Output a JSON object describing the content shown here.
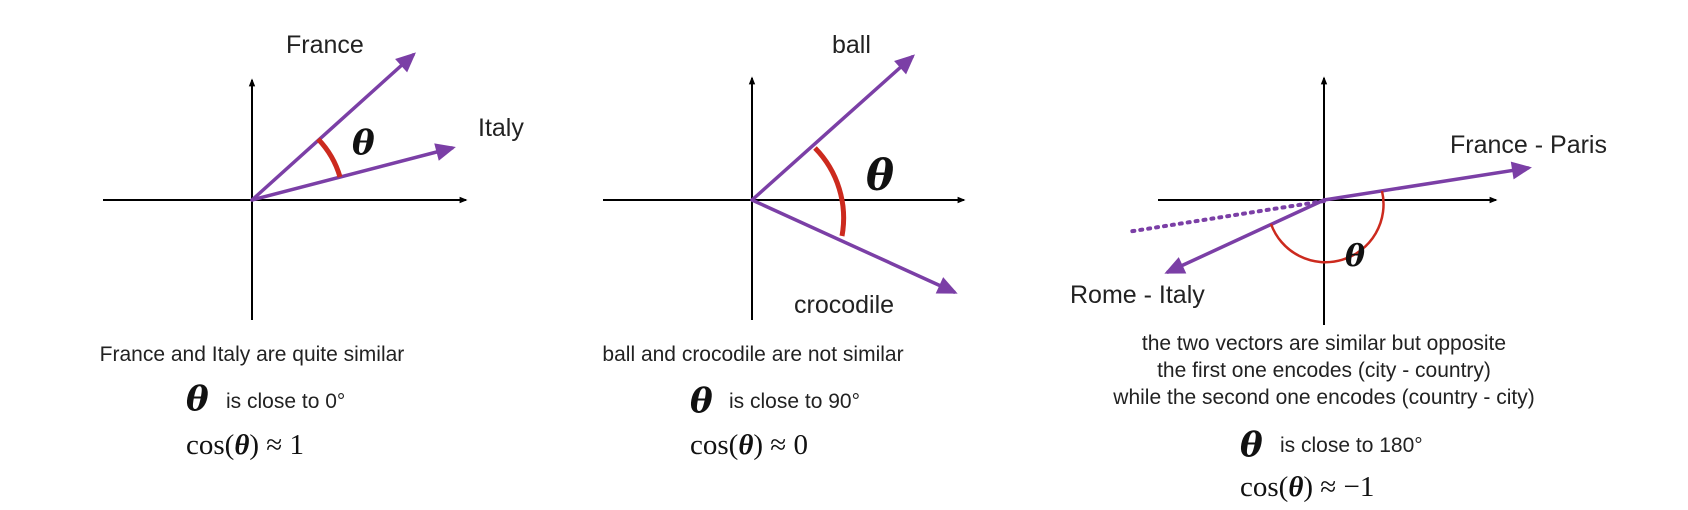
{
  "colors": {
    "vector": "#7b3fa6",
    "angle_arc": "#cc2a1e",
    "axis": "#000000",
    "text": "#222222"
  },
  "panels": [
    {
      "vector_labels": [
        "France",
        "Italy"
      ],
      "angle_symbol": "θ",
      "caption_lines": [
        "France and Italy are quite similar"
      ],
      "angle_statement": "is close to 0°",
      "formula": {
        "fn": "cos(",
        "symbol": "θ",
        "rest": ") ≈ 1"
      }
    },
    {
      "vector_labels": [
        "ball",
        "crocodile"
      ],
      "angle_symbol": "θ",
      "caption_lines": [
        "ball and crocodile are not similar"
      ],
      "angle_statement": "is close to 90°",
      "formula": {
        "fn": "cos(",
        "symbol": "θ",
        "rest": ") ≈ 0"
      }
    },
    {
      "vector_labels": [
        "France - Paris",
        "Rome - Italy"
      ],
      "angle_symbol": "θ",
      "caption_lines": [
        "the two vectors are similar but opposite",
        "the first one encodes (city - country)",
        "while the second one encodes (country - city)"
      ],
      "angle_statement": "is close to 180°",
      "formula": {
        "fn": "cos(",
        "symbol": "θ",
        "rest": ") ≈ −1"
      }
    }
  ]
}
